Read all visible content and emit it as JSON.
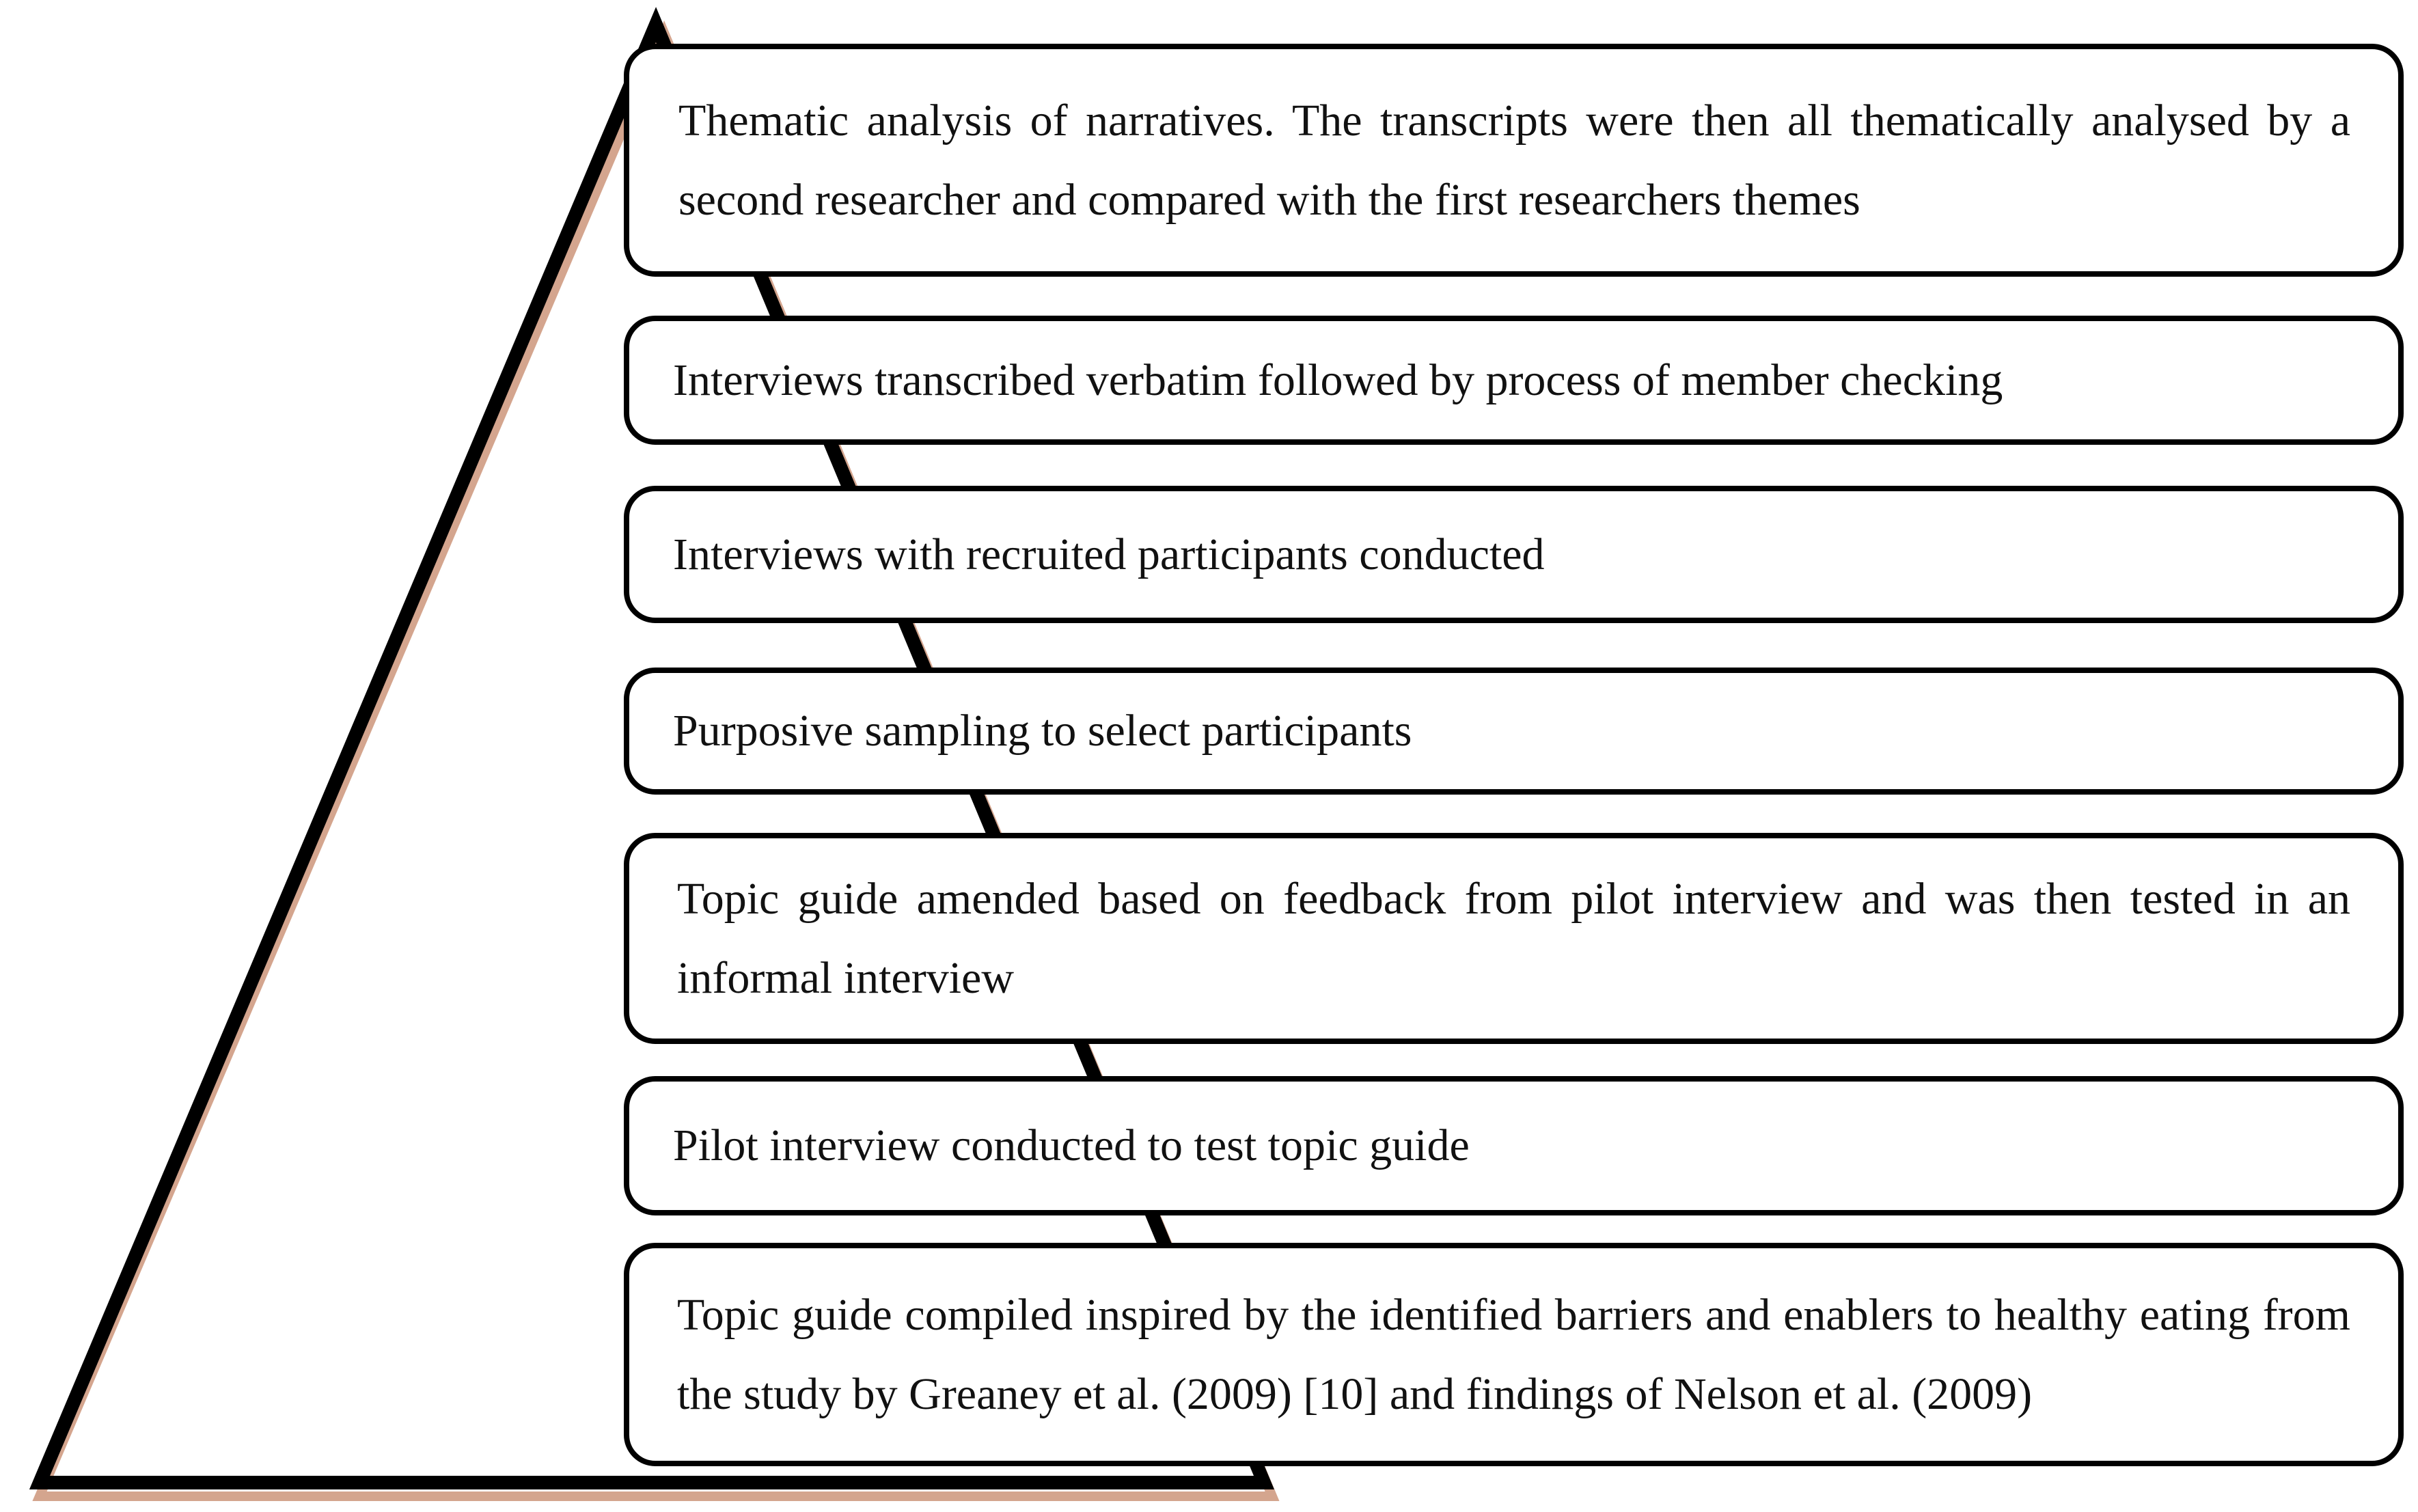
{
  "diagram": {
    "colors": {
      "outline": "#000000",
      "shadow": "#d4a58e",
      "box_fill": "#ffffff",
      "text": "#111111"
    },
    "steps": [
      {
        "text": "Thematic analysis of narratives. The transcripts were then all thematically analysed by a second researcher and compared with the first researchers themes"
      },
      {
        "text": "Interviews transcribed verbatim followed by process of member checking"
      },
      {
        "text": "Interviews with recruited participants conducted"
      },
      {
        "text": "Purposive sampling to select participants"
      },
      {
        "text": "Topic guide amended based on feedback from pilot interview and was then tested in an informal interview"
      },
      {
        "text": "Pilot interview conducted to test topic guide"
      },
      {
        "text": "Topic guide compiled inspired by the identified barriers and enablers to healthy eating from the study by Greaney et al. (2009) [10] and findings of Nelson et al. (2009)"
      }
    ]
  }
}
